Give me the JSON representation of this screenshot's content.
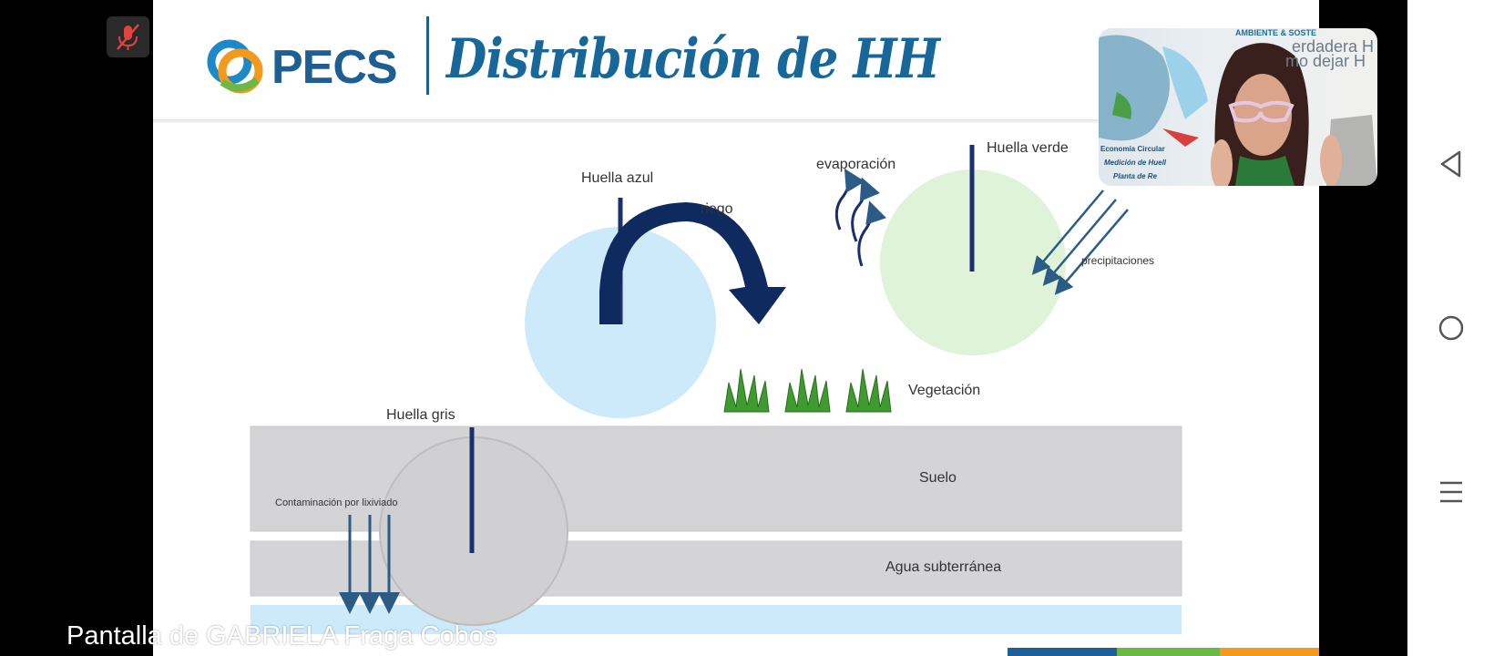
{
  "slide": {
    "brand": "PECS",
    "title": "Distribución de HH",
    "labels": {
      "blue": "Huella azul",
      "irrigation": "riego",
      "evaporation": "evaporación",
      "green": "Huella verde",
      "precipitation": "precipitaciones",
      "vegetation": "Vegetación",
      "grey": "Huella gris",
      "soil": "Suelo",
      "leaching": "Contaminación por lixiviado",
      "groundwater": "Agua subterránea"
    },
    "colors": {
      "brand": "#1f5e93",
      "blue_circle": "#cfeafa",
      "green_circle": "#dff3d8",
      "grey_band": "#d4d4d6",
      "arrow": "#0f2a5e"
    }
  },
  "video_tile": {
    "banner_lines": [
      "AMBIENTE & SOSTE",
      "erdadera H",
      "mo dejar H"
    ],
    "list": [
      "Economía Circular",
      "Medición de Huell",
      "Planta de Re"
    ]
  },
  "caption": "Pantalla de GABRIELA Fraga Cobos",
  "icons": {
    "mic": "mic-muted-icon",
    "back": "back-icon",
    "home": "home-icon",
    "recents": "recents-icon"
  }
}
